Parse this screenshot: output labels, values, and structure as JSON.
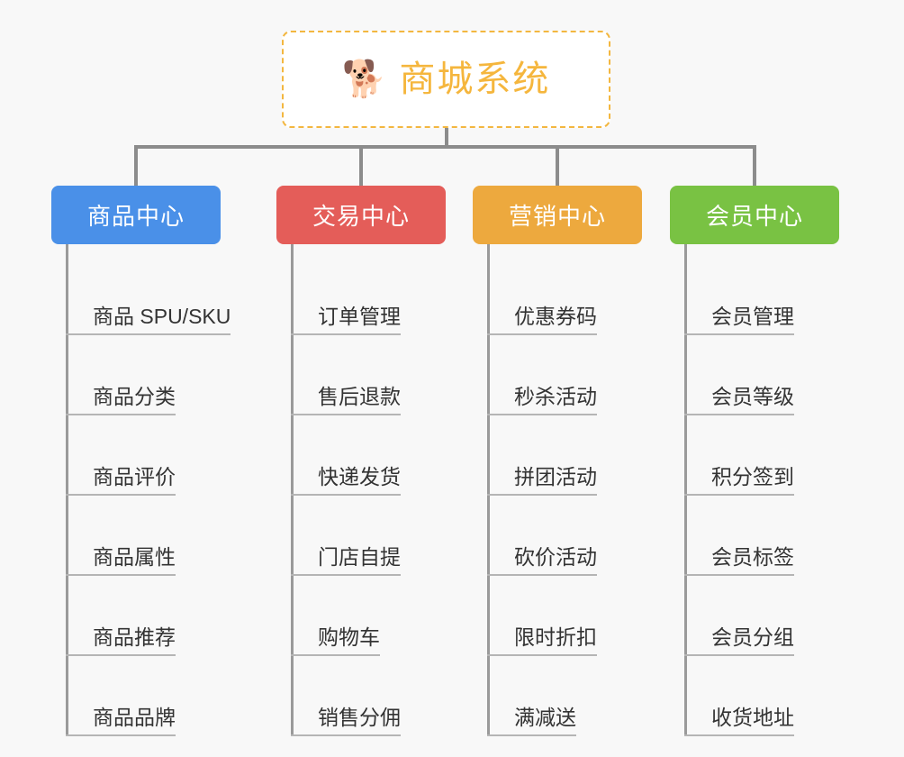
{
  "canvas": {
    "background_color": "#f8f8f8"
  },
  "root": {
    "icon": "shiba-dog-face-icon",
    "emoji": "🐕",
    "title": "商城系统",
    "text_color": "#f5b63d",
    "border_color": "#f3b740",
    "background_color": "#ffffff"
  },
  "connector": {
    "color": "#8c8c8c"
  },
  "branches": [
    {
      "id": "product-center",
      "label": "商品中心",
      "color": "#4a90e8",
      "items": [
        {
          "label": "商品 SPU/SKU"
        },
        {
          "label": "商品分类"
        },
        {
          "label": "商品评价"
        },
        {
          "label": "商品属性"
        },
        {
          "label": "商品推荐"
        },
        {
          "label": "商品品牌"
        }
      ]
    },
    {
      "id": "trade-center",
      "label": "交易中心",
      "color": "#e45d59",
      "items": [
        {
          "label": "订单管理"
        },
        {
          "label": "售后退款"
        },
        {
          "label": "快递发货"
        },
        {
          "label": "门店自提"
        },
        {
          "label": "购物车"
        },
        {
          "label": "销售分佣"
        }
      ]
    },
    {
      "id": "marketing-center",
      "label": "营销中心",
      "color": "#eda93e",
      "items": [
        {
          "label": "优惠券码"
        },
        {
          "label": "秒杀活动"
        },
        {
          "label": "拼团活动"
        },
        {
          "label": "砍价活动"
        },
        {
          "label": "限时折扣"
        },
        {
          "label": "满减送"
        }
      ]
    },
    {
      "id": "member-center",
      "label": "会员中心",
      "color": "#79c243",
      "items": [
        {
          "label": "会员管理"
        },
        {
          "label": "会员等级"
        },
        {
          "label": "积分签到"
        },
        {
          "label": "会员标签"
        },
        {
          "label": "会员分组"
        },
        {
          "label": "收货地址"
        }
      ]
    }
  ]
}
